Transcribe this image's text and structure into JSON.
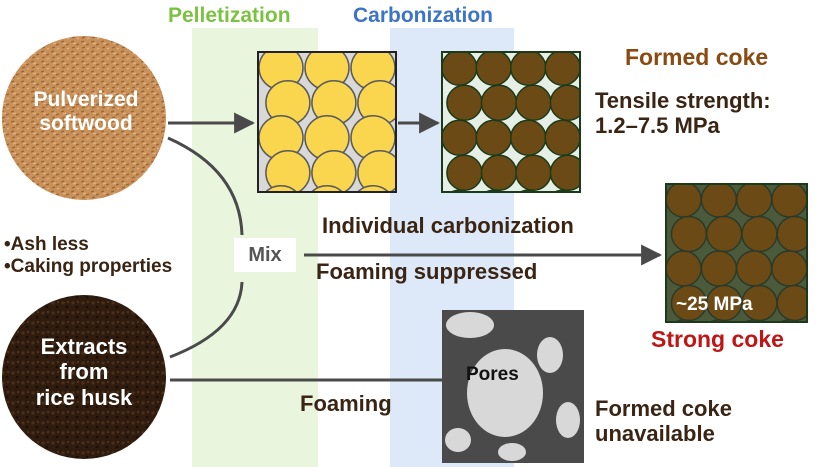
{
  "stages": {
    "pelletization": "Pelletization",
    "carbonization": "Carbonization"
  },
  "inputs": {
    "softwood": [
      "Pulverized",
      "softwood"
    ],
    "rice_husk": [
      "Extracts",
      "from",
      "rice husk"
    ]
  },
  "properties": [
    "•Ash less",
    "•Caking properties"
  ],
  "mix_label": "Mix",
  "process": {
    "individual": "Individual carbonization",
    "suppressed": "Foaming suppressed",
    "foaming": "Foaming"
  },
  "outputs": {
    "formed_coke_title": "Formed coke",
    "tensile": [
      "Tensile strength:",
      "1.2–7.5 MPa"
    ],
    "strong_value": "~25 MPa",
    "strong_label": "Strong coke",
    "pores": "Pores",
    "unavailable": [
      "Formed coke",
      "unavailable"
    ]
  },
  "colors": {
    "pellet_band": "#e9f5dd",
    "carbon_band": "#dde9f8",
    "pellet_text": "#7cc242",
    "carbon_text": "#3c74c6",
    "coke_title": "#8a4a12",
    "strong": "#c01515",
    "pellet_fill": "#f9d64e",
    "coke_fill": "#6b4a16",
    "arrow": "#4a4a4a"
  }
}
